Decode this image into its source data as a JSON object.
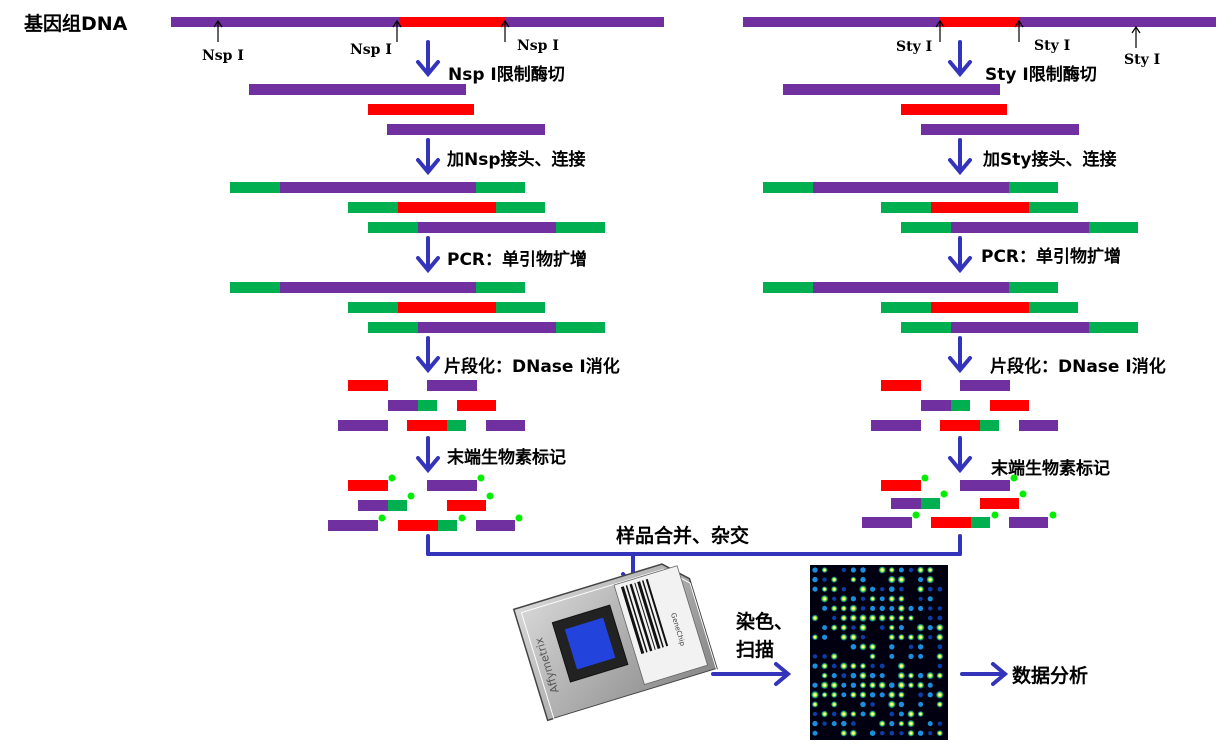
{
  "colors": {
    "dna": "#7030a0",
    "fragment": "#ff0000",
    "adapter": "#00b050",
    "arrow": "#3333bb",
    "biotin": "#00ee00",
    "text": "#000000"
  },
  "title": "基因组DNA",
  "left": {
    "sites": [
      "Nsp I",
      "Nsp I",
      "Nsp I"
    ],
    "steps": [
      "Nsp I限制酶切",
      "加Nsp接头、连接",
      "PCR：单引物扩增",
      "片段化：DNase I消化",
      "末端生物素标记"
    ]
  },
  "right": {
    "sites": [
      "Sty I",
      "Sty I",
      "Sty I"
    ],
    "steps": [
      "Sty I限制酶切",
      "加Sty接头、连接",
      "PCR：单引物扩增",
      "片段化：DNase I消化",
      "末端生物素标记"
    ]
  },
  "merge_label": "样品合并、杂交",
  "stain_label_1": "染色、",
  "stain_label_2": "扫描",
  "analysis_label": "数据分析",
  "chip": {
    "brand": "Affymetrix",
    "product": "GeneChip"
  }
}
